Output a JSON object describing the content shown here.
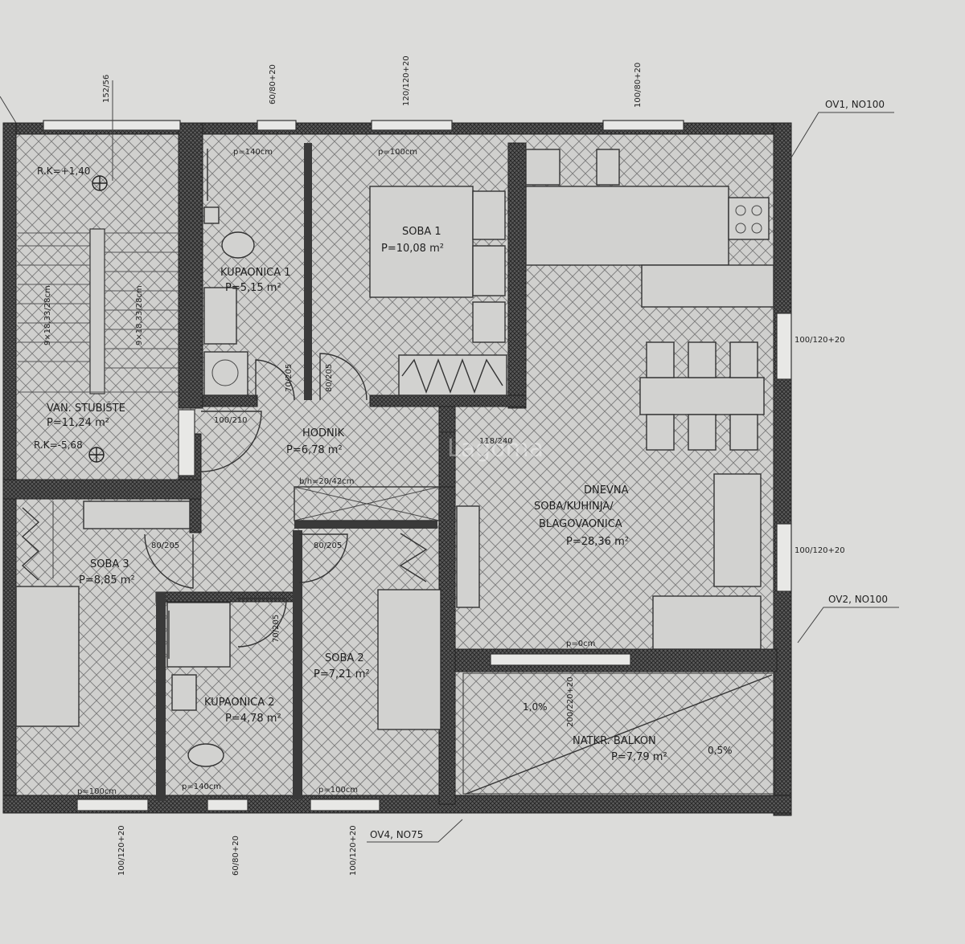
{
  "rooms": {
    "stubiste": {
      "name": "VAN. STUBIŠTE",
      "area": "P=11,24  m²",
      "rk_top": "R.K=+1,40",
      "rk_bottom": "R.K=-5,68"
    },
    "kupaonica1": {
      "name": "KUPAONICA 1",
      "area": "P=5,15  m²"
    },
    "soba1": {
      "name": "SOBA  1",
      "area": "P=10,08  m²"
    },
    "dnevna": {
      "line1": "DNEVNA",
      "line2": "SOBA/KUHINJA/",
      "line3": "BLAGOVAONICA",
      "area": "P=28,36  m²"
    },
    "hodnik": {
      "name": "HODNIK",
      "area": "P=6,78  m²"
    },
    "soba3": {
      "name": "SOBA  3",
      "area": "P=8,85  m²"
    },
    "kupaonica2": {
      "name": "KUPAONICA  2",
      "area": "P=4,78  m²"
    },
    "soba2": {
      "name": "SOBA  2",
      "area": "P=7,21  m²"
    },
    "balkon": {
      "name": "NATKR. BALKON",
      "area": "P=7,79  m²",
      "slope1": "1,0%",
      "slope2": "0,5%"
    }
  },
  "tags": {
    "ov1": "OV1,  NO100",
    "ov2": "OV2,  NO100",
    "ov4": "OV4,  NO75"
  },
  "dims": {
    "d_stair_window": "152/56",
    "d_kup1_window": "60/80+20",
    "d_soba1_window": "120/120+20",
    "d_kitchen_window": "100/80+20",
    "d_right1": "100/120+20",
    "d_right2": "100/120+20",
    "d_bottom1": "100/120+20",
    "d_bottom2": "60/80+20",
    "d_bottom3": "100/120+20",
    "d_balkon_door": "200/220+20",
    "door_hodnik": "100/210",
    "door_kup1": "70/205",
    "door_soba1": "80/205",
    "door_soba3": "80/205",
    "door_soba2": "80/205",
    "door_kup2": "70/205",
    "door_dnevna": "118/240",
    "stair_note": "b/h=20/42cm",
    "p_kup1": "p=140cm",
    "p_soba1": "p=100cm",
    "p_soba3": "p=100cm",
    "p_kup2": "p=140cm",
    "p_soba2": "p=100cm",
    "p_balkon": "p=0cm",
    "stair_dim_a": "9×18,33/28cm",
    "stair_dim_b": "9×18,33/28cm"
  },
  "watermark": "Lagoma"
}
